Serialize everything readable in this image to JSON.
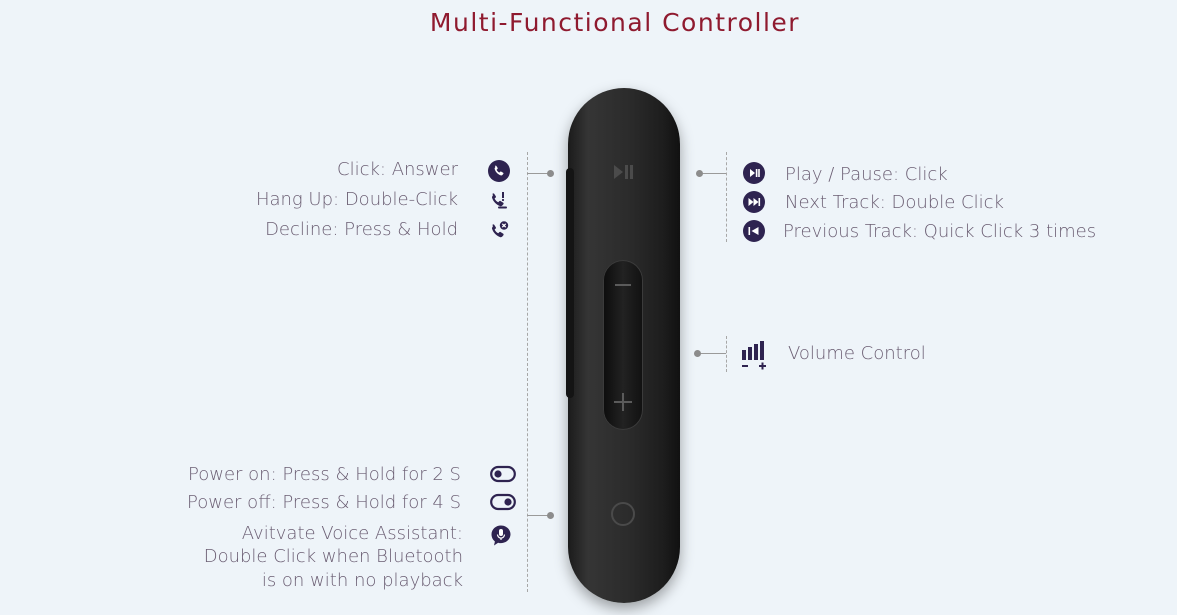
{
  "title": "Multi-Functional Controller",
  "call_controls": [
    {
      "label": "Click: Answer",
      "icon": "phone-answer-icon"
    },
    {
      "label": "Hang Up: Double-Click",
      "icon": "phone-hangup-icon"
    },
    {
      "label": "Decline: Press & Hold",
      "icon": "phone-decline-icon"
    }
  ],
  "media_controls": [
    {
      "label": "Play / Pause: Click",
      "icon": "play-pause-icon"
    },
    {
      "label": "Next Track: Double Click",
      "icon": "next-track-icon"
    },
    {
      "label": "Previous Track: Quick Click 3 times",
      "icon": "previous-track-icon"
    }
  ],
  "volume": {
    "label": "Volume Control",
    "icon": "volume-bars-icon"
  },
  "power_controls": [
    {
      "label": "Power on: Press & Hold for 2 S",
      "icon": "toggle-off-icon"
    },
    {
      "label": "Power off: Press & Hold for 4 S",
      "icon": "toggle-on-icon"
    }
  ],
  "voice": {
    "line1": "Avitvate Voice Assistant:",
    "line2": "Double Click when Bluetooth",
    "line3": "is on with no playback",
    "icon": "microphone-icon"
  },
  "colors": {
    "title": "#8f1a2f",
    "text": "#6a5d72",
    "icon": "#2e2350",
    "background": "#eef4f9"
  }
}
